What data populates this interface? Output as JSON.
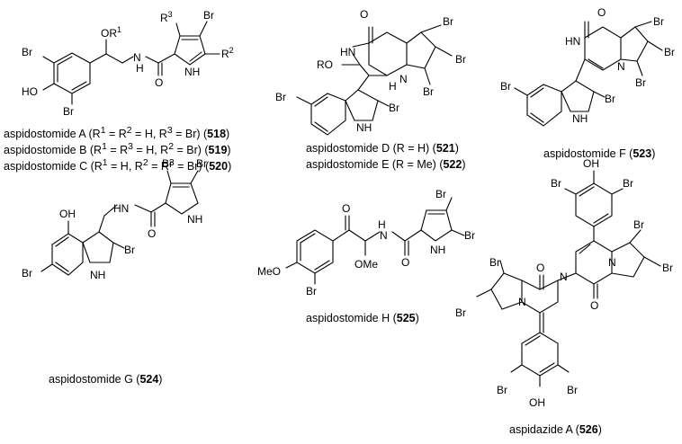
{
  "atoms": {
    "br": "Br",
    "oh": "OH",
    "ho": "HO",
    "o": "O",
    "n": "N",
    "h": "H",
    "nh": "NH",
    "hn": "HN",
    "hn_lower": "HN",
    "ro": "RO",
    "meo": "MeO",
    "ome": "OMe",
    "or1_prefix": "OR",
    "r_sup_1": "1",
    "r2_prefix": "R",
    "r_sup_2": "2",
    "r3_prefix": "R",
    "r_sup_3": "3"
  },
  "captions": {
    "a": {
      "text": "aspidostomide A (R",
      "s1": "1",
      "t1": " = R",
      "s2": "2",
      "t2": " = H, R",
      "s3": "3",
      "t3": " = Br) (",
      "num": "518",
      "end": ")"
    },
    "b": {
      "text": "aspidostomide B (R",
      "s1": "1",
      "t1": " = R",
      "s2": "3",
      "t2": " = H, R",
      "s3": "2",
      "t3": " = Br) (",
      "num": "519",
      "end": ")"
    },
    "c": {
      "text": "aspidostomide C (R",
      "s1": "1",
      "t1": " = H, R",
      "s2": "2",
      "t2": " = R",
      "s3": "3",
      "t3": " = Br) (",
      "num": "520",
      "end": ")"
    },
    "d": {
      "text": "aspidostomide D (R = H) (",
      "num": "521",
      "end": ")"
    },
    "e": {
      "text": "aspidostomide E (R = Me) (",
      "num": "522",
      "end": ")"
    },
    "f": {
      "text": "aspidostomide F (",
      "num": "523",
      "end": ")"
    },
    "g": {
      "text": "aspidostomide G (",
      "num": "524",
      "end": ")"
    },
    "h": {
      "text": "aspidostomide H (",
      "num": "525",
      "end": ")"
    },
    "aza": {
      "text": "aspidazide A (",
      "num": "526",
      "end": ")"
    }
  }
}
